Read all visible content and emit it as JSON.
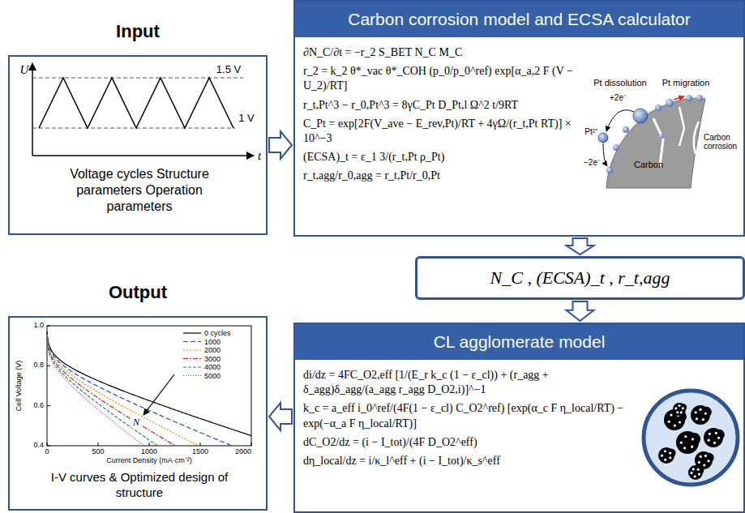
{
  "diagram": {
    "nodes": [
      {
        "text": [
          "Input",
          "Voltage cycles Structure parameters Operation parameters"
        ]
      },
      {
        "text": [
          "Carbon corrosion model and ECSA calculator",
          "∂N_C/∂t = −r_2 S_BET N_C M_C",
          "r_2 = k_2 θ*_vac θ*_COH (p_0/p_0^ref) exp[α_a,2 F (V − U_2)/RT]",
          "r_t,Pt^3 − r_0,Pt^3 = 8γC_Pt D_Pt,l Ω^2 t/9RT",
          "C_Pt = exp[2F(V_ave − E_rev,Pt)/RT + 4γΩ/(r_t,Pt RT)] × 10^−3",
          "(ECSA)_t = ε_1 3/(r_t,Pt ρ_Pt)",
          "r_t,agg/r_0,agg = r_t,Pt/r_0,Pt"
        ]
      },
      {
        "text": [
          "N_C , (ECSA)_t , r_t,agg"
        ]
      },
      {
        "text": [
          "CL agglomerate model",
          "di/dz = 4FC_O2,eff [1/(E_r k_c (1 − ε_cl)) + (r_agg + δ_agg)δ_agg/(a_agg r_agg D_O2,i)]^−1",
          "k_c = a_eff i_0^ref/(4F(1 − ε_cl) C_O2^ref) [exp(α_c F η_local/RT) − exp(−α_a F η_local/RT)]",
          "dC_O2/dz = (i − I_tot)/(4F D_O2^eff)",
          "dη_local/dz = i/κ_l^eff + (i − I_tot)/κ_s^eff"
        ]
      },
      {
        "text": [
          "Output",
          "I-V curves & Optimized design of structure"
        ]
      }
    ],
    "edges": [
      {
        "from": 0,
        "to": 1,
        "arrow": "to"
      },
      {
        "from": 1,
        "to": 2,
        "arrow": "to"
      },
      {
        "from": 2,
        "to": 3,
        "arrow": "to"
      },
      {
        "from": 3,
        "to": 4,
        "arrow": "to"
      }
    ],
    "labels": [
      "U",
      "1.5 V",
      "1 V",
      "t",
      "Pt dissolution",
      "+2e⁻",
      "Pt²⁺",
      "−2e⁻",
      "Pt migration",
      "Carbon corrosion",
      "Carbon",
      "1.0",
      "0.8",
      "0.6",
      "0.4",
      "0",
      "500",
      "1000",
      "1500",
      "2000",
      "Cell Voltage (V)",
      "Current Density (mA·cm⁻²)",
      "N"
    ],
    "legend": [
      {
        "text": "0 cycles"
      },
      {
        "text": "1000"
      },
      {
        "text": "2000"
      },
      {
        "text": "3000"
      },
      {
        "text": "4000"
      },
      {
        "text": "5000"
      }
    ]
  }
}
